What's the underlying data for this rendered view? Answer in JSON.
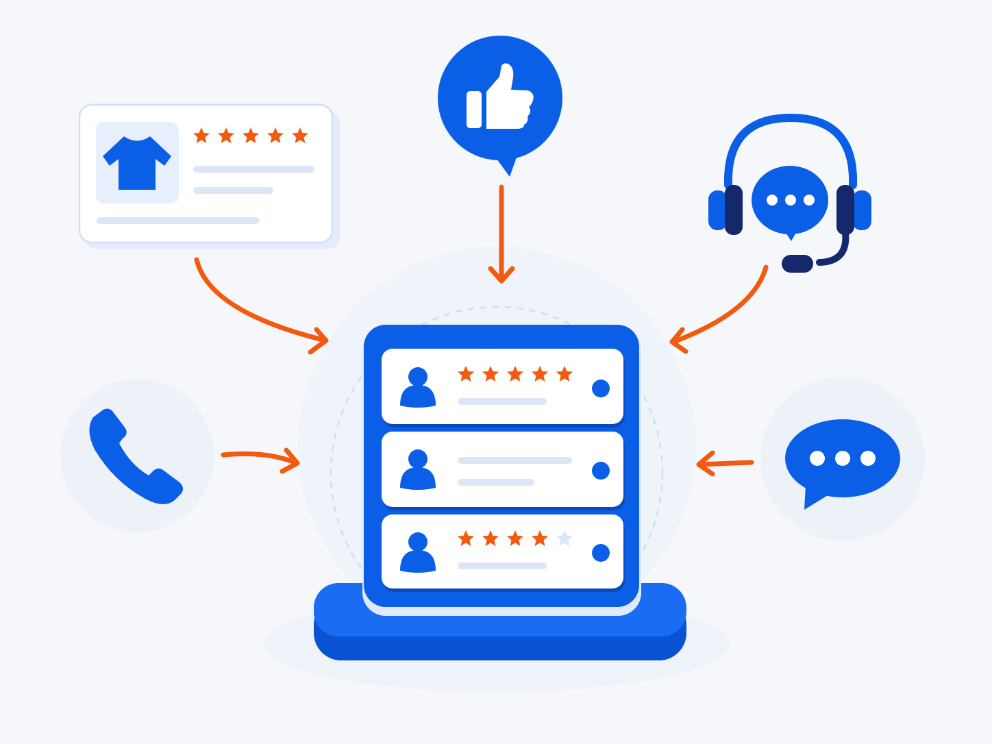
{
  "colors": {
    "background": "#f5f7fb",
    "primary_blue": "#0b5fe6",
    "dark_navy": "#14286b",
    "accent_orange": "#f25a10",
    "placeholder_line": "#dde6f7",
    "star_empty": "#dbe6fb"
  },
  "sources": [
    {
      "name": "product-review",
      "icon": "tshirt-icon",
      "rating": 5
    },
    {
      "name": "social-like",
      "icon": "thumbs-up-icon"
    },
    {
      "name": "support-agent",
      "icon": "headset-icon"
    },
    {
      "name": "phone-call",
      "icon": "phone-icon"
    },
    {
      "name": "chat-message",
      "icon": "chat-bubble-icon"
    }
  ],
  "hub": {
    "icon": "review-stack-icon",
    "cards": [
      {
        "rating": 5,
        "max": 5
      },
      {
        "rating": null,
        "max": 5
      },
      {
        "rating": 4,
        "max": 5
      }
    ]
  }
}
